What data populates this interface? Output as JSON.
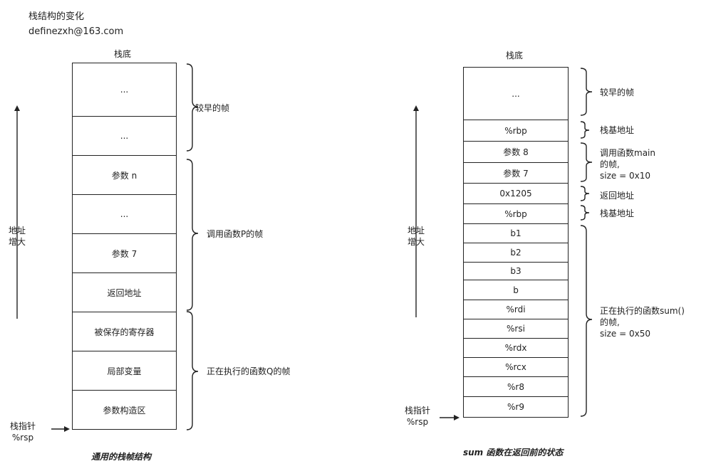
{
  "header": {
    "title": "栈结构的变化",
    "author": "definezxh@163.com"
  },
  "left": {
    "stack_bottom_label": "栈底",
    "cells": [
      "...",
      "...",
      "参数 n",
      "...",
      "参数 7",
      "返回地址",
      "被保存的寄存器",
      "局部变量",
      "参数构造区"
    ],
    "braces": [
      "较早的帧",
      "调用函数P的帧",
      "正在执行的函数Q的帧"
    ],
    "growth_label": [
      "地址",
      "增大"
    ],
    "pointer_label": [
      "栈指针",
      "%rsp"
    ],
    "caption": "通用的栈帧结构"
  },
  "right": {
    "stack_bottom_label": "栈底",
    "cells": [
      "...",
      "%rbp",
      "参数 8",
      "参数 7",
      "0x1205",
      "%rbp",
      "b1",
      "b2",
      "b3",
      "b",
      "%rdi",
      "%rsi",
      "%rdx",
      "%rcx",
      "%r8",
      "%r9"
    ],
    "braces": [
      [
        "较早的帧"
      ],
      [
        "栈基地址"
      ],
      [
        "调用函数main",
        "的帧,",
        "size = 0x10"
      ],
      [
        "返回地址"
      ],
      [
        "栈基地址"
      ],
      [
        "正在执行的函数sum()",
        "的帧,",
        "size = 0x50"
      ]
    ],
    "growth_label": [
      "地址",
      "增大"
    ],
    "pointer_label": [
      "栈指针",
      "%rsp"
    ],
    "caption": "sum 函数在返回前的状态"
  }
}
